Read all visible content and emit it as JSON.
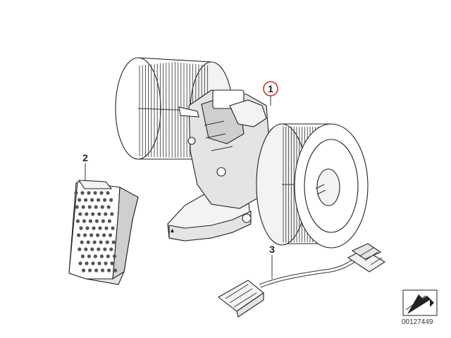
{
  "diagram": {
    "callouts": {
      "blower_motor": "1",
      "resistor": "2",
      "wiring": "3"
    },
    "doc_number": "00127449",
    "highlight_color": "#c0392b"
  }
}
